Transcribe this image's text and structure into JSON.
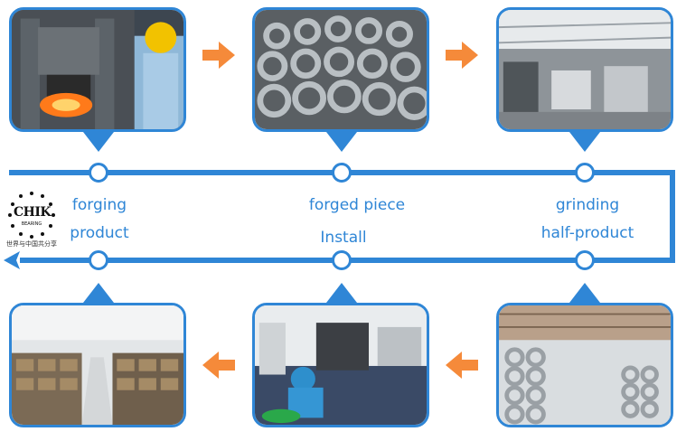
{
  "logo": {
    "name": "CHIK",
    "subtitle": "BEARING",
    "tagline": "世界与中国共分享"
  },
  "labels": {
    "forging": "forging",
    "forged_piece": "forged piece",
    "grinding": "grinding",
    "product": "product",
    "install": "Install",
    "half_product": "half-product"
  },
  "colors": {
    "accent": "#2f86d6",
    "arrow": "#f58a3a"
  }
}
